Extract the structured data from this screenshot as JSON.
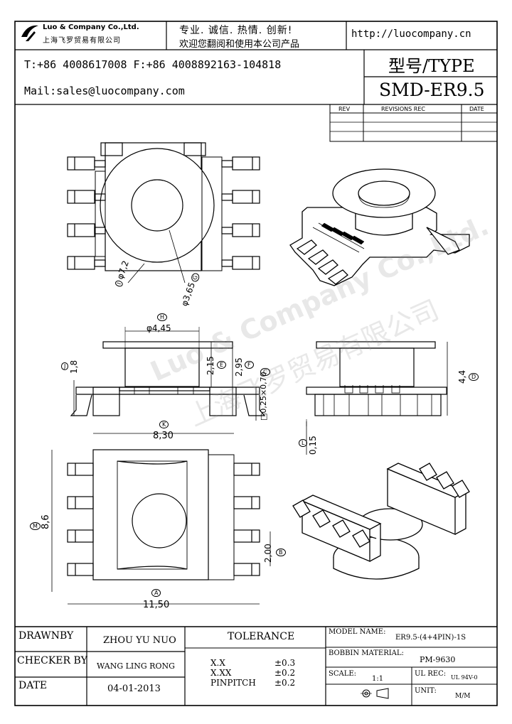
{
  "header": {
    "company_en": "Luo & Company Co.,Ltd.",
    "company_cn": "上海飞罗贸易有限公司",
    "slogan_1": "专业. 诚信. 热情. 创新!",
    "slogan_2": "欢迎您翻阅和使用本公司产品",
    "url": "http://luocompany.cn",
    "phone": "T:+86 4008617008 F:+86 4008892163-104818",
    "mail": "Mail:sales@luocompany.com",
    "type_label": "型号/TYPE",
    "type_value": "SMD-ER9.5"
  },
  "revisions": {
    "col_rev": "REV",
    "col_desc": "REVISIONS REC",
    "col_date": "DATE"
  },
  "dimensions": {
    "d_outer": "φ7,2",
    "d_inner": "φ3,65",
    "d_top": "φ4,45",
    "h_1_8": "1,8",
    "h_2_15": "2,15",
    "h_2_95": "2,95",
    "pin": "□0,25×0,70",
    "h_4_4": "4,4",
    "h_0_15": "0,15",
    "w_8_30": "8,30",
    "h_8_6": "8,6",
    "p_2_00": "2,00",
    "w_11_50": "11,50"
  },
  "markers": {
    "A": "A",
    "B": "B",
    "C": "C",
    "D": "D",
    "E": "E",
    "F": "F",
    "G": "G",
    "H": "H",
    "I": "I",
    "J": "J",
    "K": "K",
    "L": "L",
    "M": "M"
  },
  "watermark": {
    "en": "Luo & Company Co.,Ltd.",
    "cn": "上海飞罗贸易有限公司"
  },
  "title_block": {
    "drawnby_label": "DRAWNBY",
    "drawnby_value": "ZHOU YU NUO",
    "checker_label": "CHECKER BY",
    "checker_value": "WANG LING RONG",
    "date_label": "DATE",
    "date_value": "04-01-2013",
    "tolerance_label": "TOLERANCE",
    "tol_rows": [
      {
        "k": "X.X",
        "v": "±0.3"
      },
      {
        "k": "X.XX",
        "v": "±0.2"
      },
      {
        "k": "PINPITCH",
        "v": "±0.2"
      }
    ],
    "model_label": "MODEL NAME:",
    "model_value": "ER9.5-(4+4PIN)-1S",
    "bobbin_label": "BOBBIN MATERIAL:",
    "bobbin_value": "PM-9630",
    "scale_label": "SCALE:",
    "scale_value": "1:1",
    "ul_label": "UL REC:",
    "ul_value": "UL 94V-0",
    "unit_label": "UNIT:",
    "unit_value": "M/M"
  }
}
